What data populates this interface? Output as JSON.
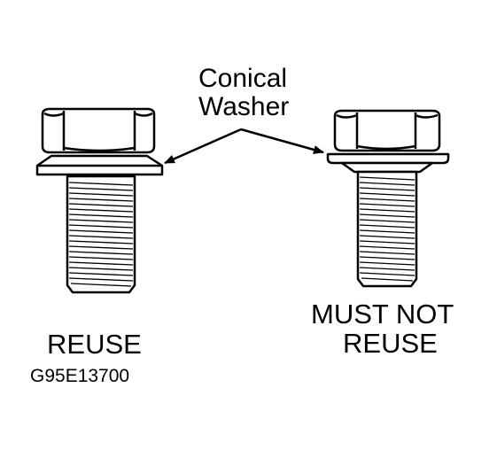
{
  "callout": {
    "line1": "Conical",
    "line2": "Washer"
  },
  "left_bolt": {
    "status_label": "REUSE"
  },
  "right_bolt": {
    "status_line1": "MUST NOT",
    "status_line2": "REUSE"
  },
  "figure_code": "G95E13700",
  "colors": {
    "ink": "#000000",
    "background": "#ffffff"
  }
}
